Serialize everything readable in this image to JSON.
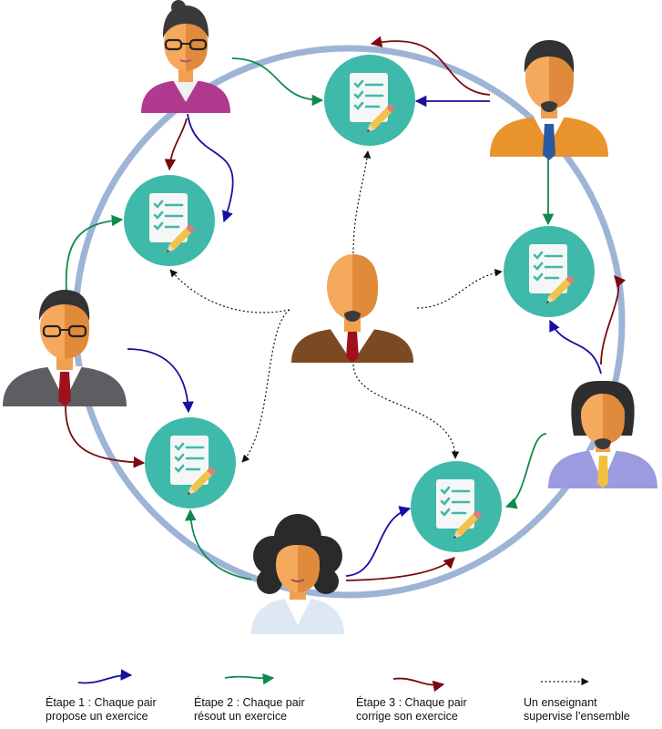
{
  "colors": {
    "ring": "#9db4d6",
    "task_circle": "#3fb9aa",
    "propose_arrow": "#1a0fa0",
    "solve_arrow": "#0f8a4a",
    "correct_arrow": "#7a0a10",
    "teacher_arrow": "#111111"
  },
  "icons": {
    "participant": "person-avatar-icon",
    "task": "checklist-pencil-icon"
  },
  "legend": [
    {
      "text": "Étape 1 : Chaque pair\npropose un exercice",
      "color": "#1a0fa0",
      "style": "solid"
    },
    {
      "text": "Étape 2 : Chaque pair\nrésout un exercice",
      "color": "#0f8a4a",
      "style": "solid"
    },
    {
      "text": "Étape 3 : Chaque pair\ncorrige son exercice",
      "color": "#7a0a10",
      "style": "solid"
    },
    {
      "text": "Un enseignant\nsupervise l’ensemble",
      "color": "#111111",
      "style": "dotted"
    }
  ]
}
